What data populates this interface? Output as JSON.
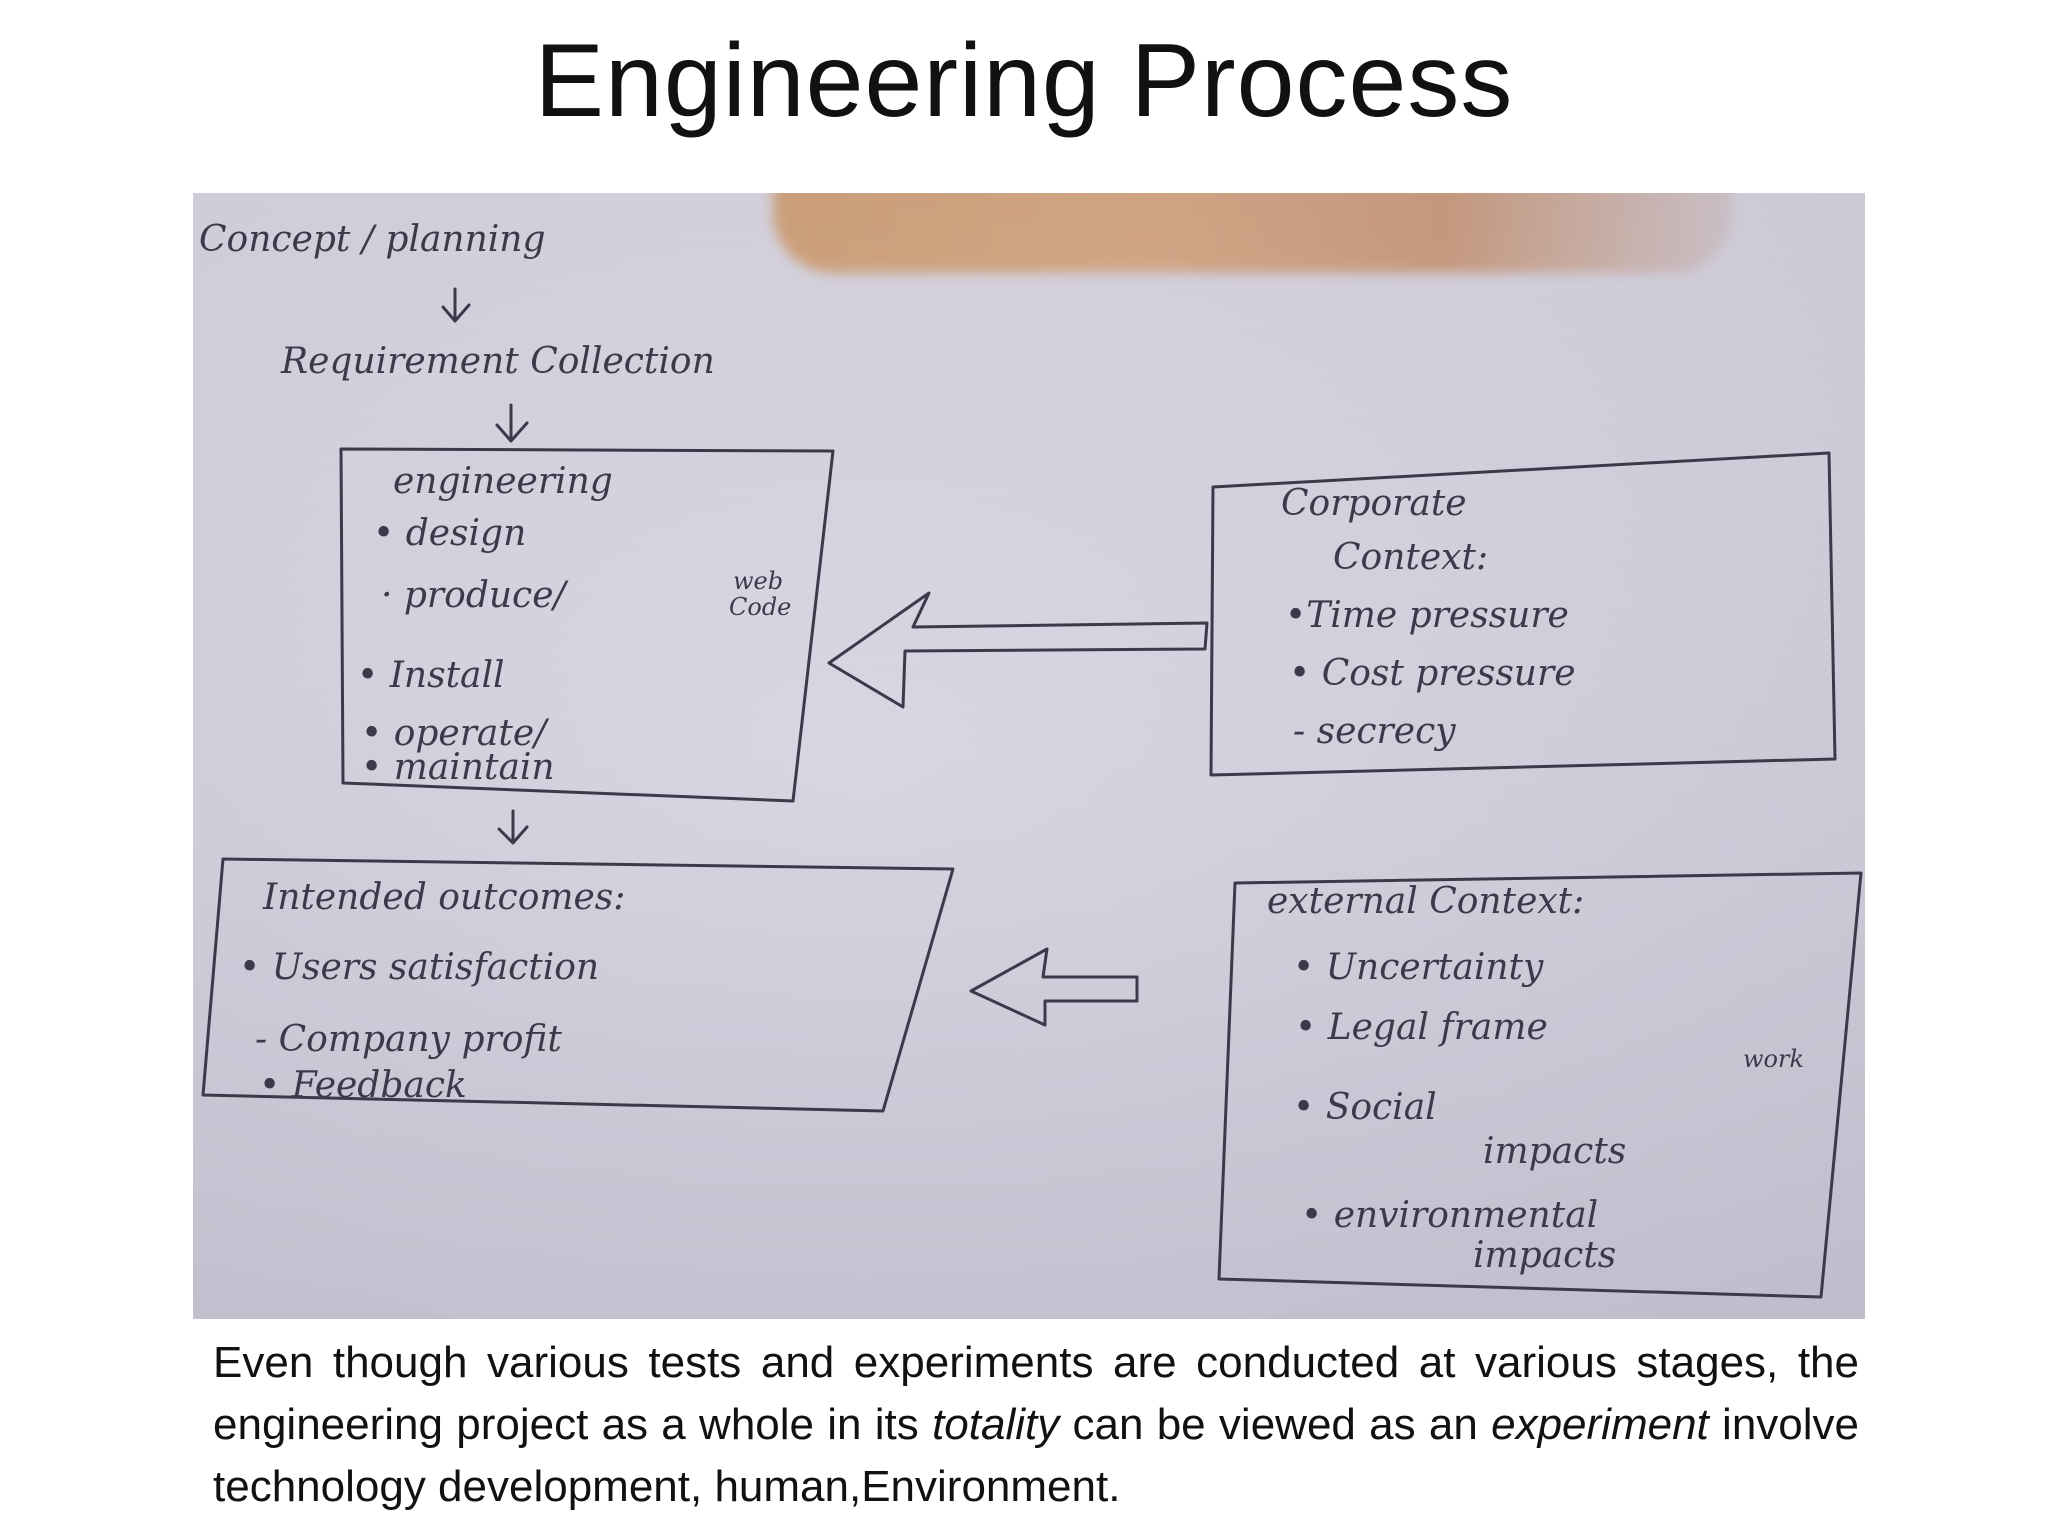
{
  "slide": {
    "title": "Engineering Process"
  },
  "sketch": {
    "concept": "Concept / planning",
    "requirement": "Requirement   Collection",
    "engineering_box": {
      "heading": "engineering",
      "items": [
        "design",
        "produce/",
        "Install",
        "operate/",
        "maintain"
      ],
      "side_note_top": "web",
      "side_note_bottom": "Code"
    },
    "corporate_box": {
      "heading_line1": "Corporate",
      "heading_line2": "Context:",
      "items": [
        "Time pressure",
        "Cost pressure",
        "secrecy"
      ]
    },
    "outcomes_box": {
      "heading": "Intended   outcomes:",
      "items": [
        "Users   satisfaction",
        "Company   profit",
        "Feedback"
      ]
    },
    "external_box": {
      "heading": "external   Context:",
      "items": [
        "Uncertainty",
        "Legal  frame",
        "Social",
        "environmental"
      ],
      "sub_frame": "work",
      "sub_social": "impacts",
      "sub_env": "impacts"
    }
  },
  "caption": {
    "part1": "Even though various tests and experiments are conducted at various stages, the engineering project as a whole in its ",
    "em1": "totality",
    "part2": " can be viewed as an ",
    "em2": "experiment",
    "part3": " involve technology development, human,Environment."
  }
}
